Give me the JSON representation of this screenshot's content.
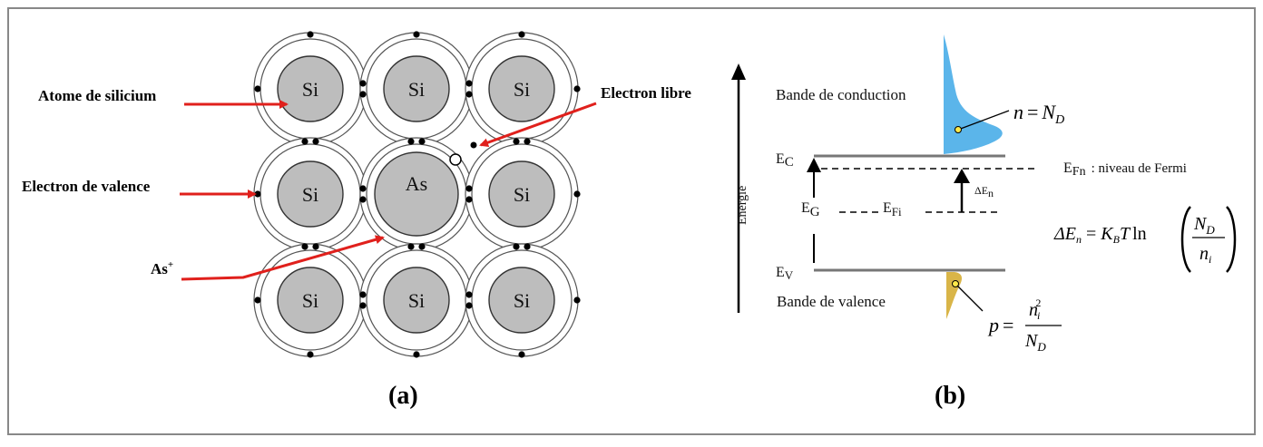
{
  "panel_a": {
    "caption": "(a)",
    "labels": {
      "silicon_atom": "Atome de silicium",
      "valence_electron": "Electron de valence",
      "as_ion": "As",
      "as_ion_sup": "+",
      "free_electron": "Electron libre"
    },
    "atoms": [
      {
        "symbol": "Si"
      },
      {
        "symbol": "Si"
      },
      {
        "symbol": "Si"
      },
      {
        "symbol": "Si"
      },
      {
        "symbol": "As"
      },
      {
        "symbol": "Si"
      },
      {
        "symbol": "Si"
      },
      {
        "symbol": "Si"
      },
      {
        "symbol": "Si"
      }
    ]
  },
  "panel_b": {
    "caption": "(b)",
    "axis_label": "Energie",
    "conduction_band": "Bande de conduction",
    "valence_band": "Bande de valence",
    "ec": {
      "main": "E",
      "sub": "C"
    },
    "ev": {
      "main": "E",
      "sub": "V"
    },
    "eg": {
      "main": "E",
      "sub": "G"
    },
    "efi": {
      "main": "E",
      "sub": "Fi"
    },
    "efn": {
      "main": "E",
      "sub": "Fn"
    },
    "efn_desc": ": niveau de Fermi",
    "delta_en": {
      "main": "ΔE",
      "sub": "n"
    },
    "n_eq": {
      "lhs": "n",
      "eq": "=",
      "rhs": "N",
      "rhs_sub": "D"
    },
    "p_eq": {
      "lhs": "p",
      "eq": "=",
      "num": "n",
      "num_sub": "i",
      "num_sup": "2",
      "den": "N",
      "den_sub": "D"
    },
    "delta_formula": {
      "lhs": "ΔE",
      "lhs_sub": "n",
      "eq": "=",
      "k": "K",
      "k_sub": "B",
      "t": "T",
      "ln": "ln",
      "num": "N",
      "num_sub": "D",
      "den": "n",
      "den_sub": "i"
    },
    "colors": {
      "electrons": "#5bb5ea",
      "holes": "#d9b548",
      "arrow_red": "#e0201c"
    }
  }
}
